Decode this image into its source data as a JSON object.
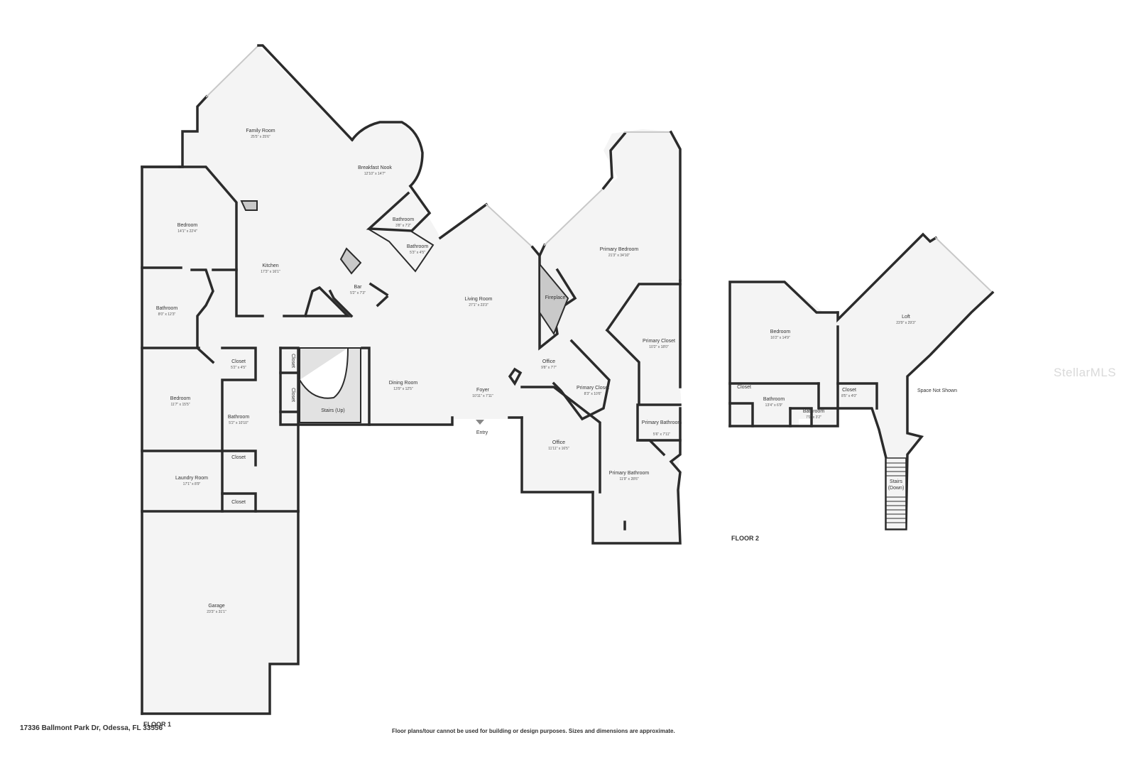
{
  "rooms": {
    "family_room": {
      "name": "Family Room",
      "dim": "25'5\" x 25'6\""
    },
    "breakfast_nook": {
      "name": "Breakfast Nook",
      "dim": "12'10\" x 14'7\""
    },
    "bedroom_1": {
      "name": "Bedroom",
      "dim": "14'1\" x 22'4\""
    },
    "kitchen": {
      "name": "Kitchen",
      "dim": "17'3\" x 16'1\""
    },
    "bathroom_1": {
      "name": "Bathroom",
      "dim": "3'8\" x 7'2\""
    },
    "bathroom_2": {
      "name": "Bathroom",
      "dim": "5'3\" x 4'5\""
    },
    "bar": {
      "name": "Bar",
      "dim": "5'2\" x 7'3\""
    },
    "bathroom_3": {
      "name": "Bathroom",
      "dim": "8'0\" x 12'3\""
    },
    "living_room": {
      "name": "Living Room",
      "dim": "27'1\" x 23'3\""
    },
    "fireplace": {
      "name": "Fireplace"
    },
    "primary_bedroom": {
      "name": "Primary Bedroom",
      "dim": "21'3\" x 34'10\""
    },
    "closet_1": {
      "name": "Closet",
      "dim": "5'2\" x 4'5\""
    },
    "closet_v1": {
      "name": "Closet"
    },
    "closet_v2": {
      "name": "Closet"
    },
    "bedroom_2": {
      "name": "Bedroom",
      "dim": "11'7\" x 15'5\""
    },
    "bathroom_4": {
      "name": "Bathroom",
      "dim": "5'2\" x 10'10\""
    },
    "dining_room": {
      "name": "Dining Room",
      "dim": "13'9\" x 12'5\""
    },
    "stairs_up": {
      "name": "Stairs (Up)"
    },
    "foyer": {
      "name": "Foyer",
      "dim": "10'11\" x 7'11\""
    },
    "entry": {
      "name": "Entry"
    },
    "office_small": {
      "name": "Office",
      "dim": "9'8\" x 7'7\""
    },
    "primary_closet_small": {
      "name": "Primary Closet",
      "dim": "8'3\" x 10'6\""
    },
    "primary_closet": {
      "name": "Primary Closet",
      "dim": "10'2\" x 18'0\""
    },
    "primary_bathroom_small": {
      "name": "Primary Bathroom",
      "dim": "5'6\" x 7'11\""
    },
    "office": {
      "name": "Office",
      "dim": "11'11\" x 16'5\""
    },
    "primary_bathroom": {
      "name": "Primary Bathroom",
      "dim": "11'9\" x 28'6\""
    },
    "closet_2": {
      "name": "Closet"
    },
    "laundry_room": {
      "name": "Laundry Room",
      "dim": "17'1\" x 8'9\""
    },
    "closet_3": {
      "name": "Closet"
    },
    "garage": {
      "name": "Garage",
      "dim": "23'3\" x 31'1\""
    },
    "bedroom_3": {
      "name": "Bedroom",
      "dim": "16'2\" x 14'9\""
    },
    "loft": {
      "name": "Loft",
      "dim": "23'9\" x 29'3\""
    },
    "closet_4": {
      "name": "Closet"
    },
    "bathroom_5": {
      "name": "Bathroom",
      "dim": "13'4\" x 6'9\""
    },
    "closet_5": {
      "name": "Closet",
      "dim": "8'5\" x 4'0\""
    },
    "bathroom_6": {
      "name": "Bathroom",
      "dim": "7'0\" x 3'2\""
    },
    "space_not_shown": {
      "name": "Space Not Shown"
    },
    "stairs_down_1": {
      "name": "Stairs"
    },
    "stairs_down_2": {
      "name": "(Down)"
    }
  },
  "floors": {
    "floor1": "FLOOR 1",
    "floor2": "FLOOR 2"
  },
  "footer": {
    "address": "17336 Ballmont Park Dr, Odessa, FL 33556",
    "disclaimer": "Floor plans/tour cannot be used for building or design purposes. Sizes and dimensions are approximate."
  },
  "watermark": "StellarMLS"
}
